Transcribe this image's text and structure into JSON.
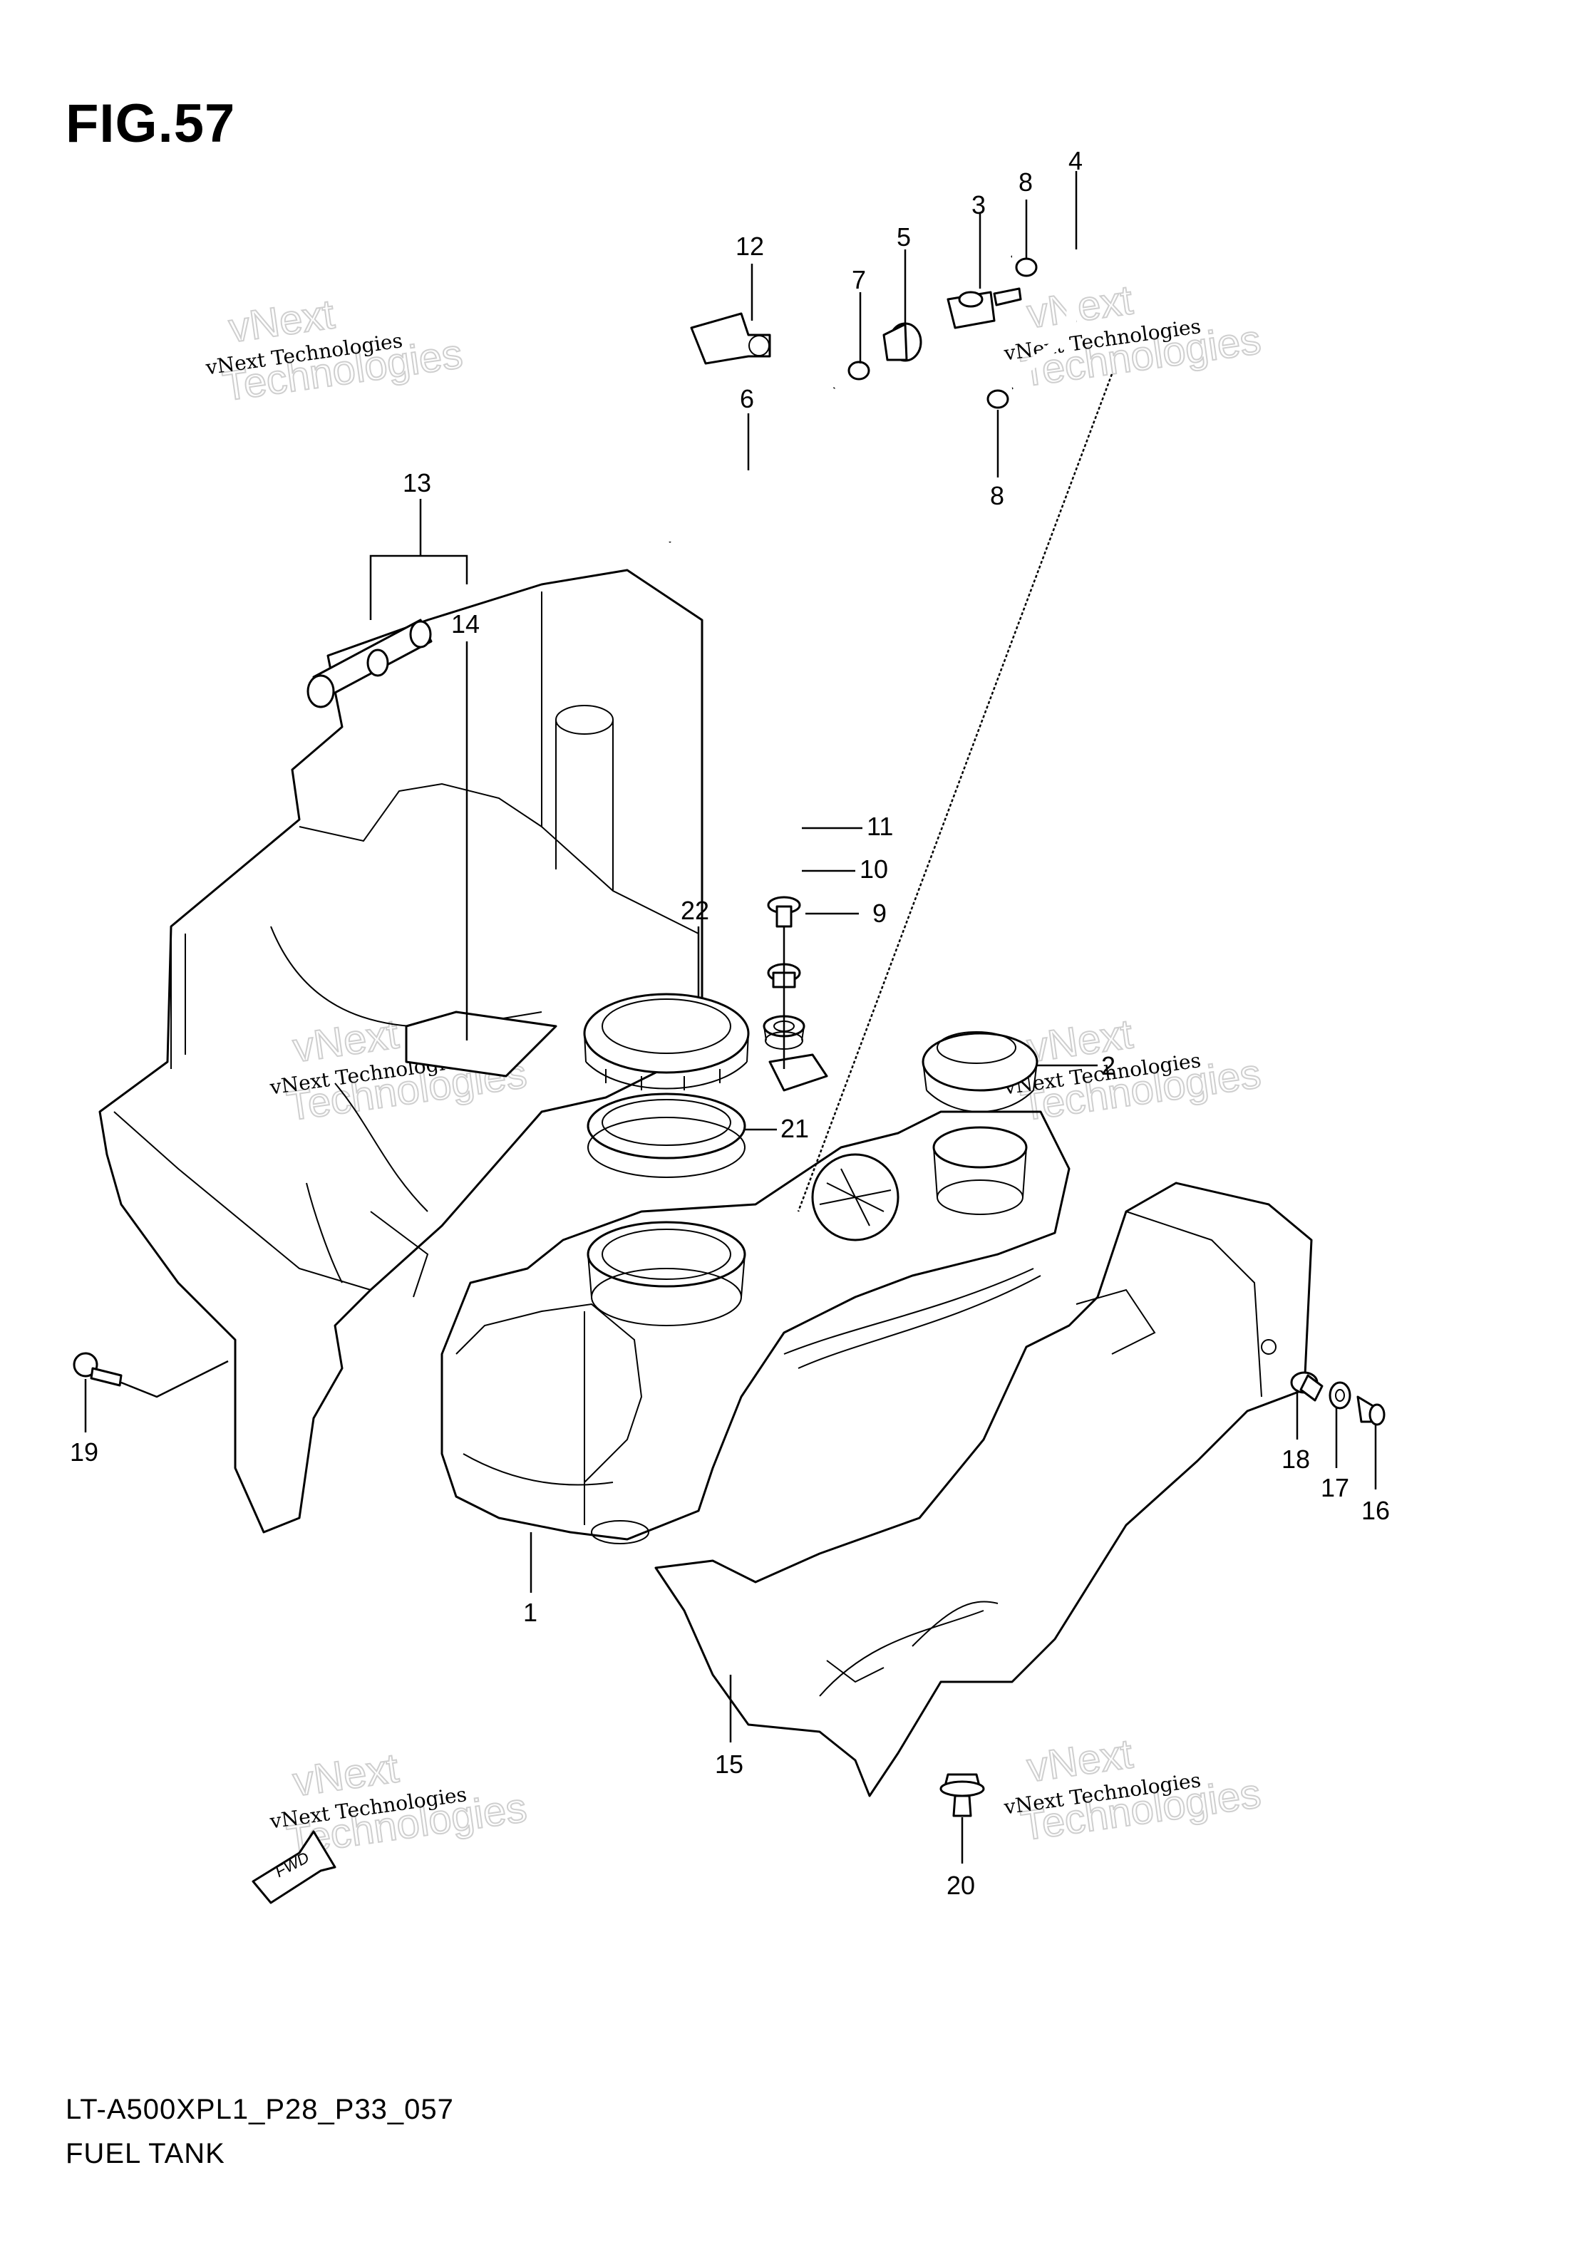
{
  "figure": {
    "title": "FIG.57",
    "code": "LT-A500XPL1_P28_P33_057",
    "name": "FUEL TANK"
  },
  "watermark": {
    "text": "vNext Technologies",
    "word1": "vNext",
    "word2": "Technologies"
  },
  "fwd_label": "FWD",
  "callouts": {
    "c1": "1",
    "c2": "2",
    "c3": "3",
    "c4": "4",
    "c5": "5",
    "c6": "6",
    "c7": "7",
    "c8a": "8",
    "c8b": "8",
    "c9": "9",
    "c10": "10",
    "c11": "11",
    "c12": "12",
    "c13": "13",
    "c14": "14",
    "c15": "15",
    "c16": "16",
    "c17": "17",
    "c18": "18",
    "c19": "19",
    "c20": "20",
    "c21": "21",
    "c22": "22"
  }
}
